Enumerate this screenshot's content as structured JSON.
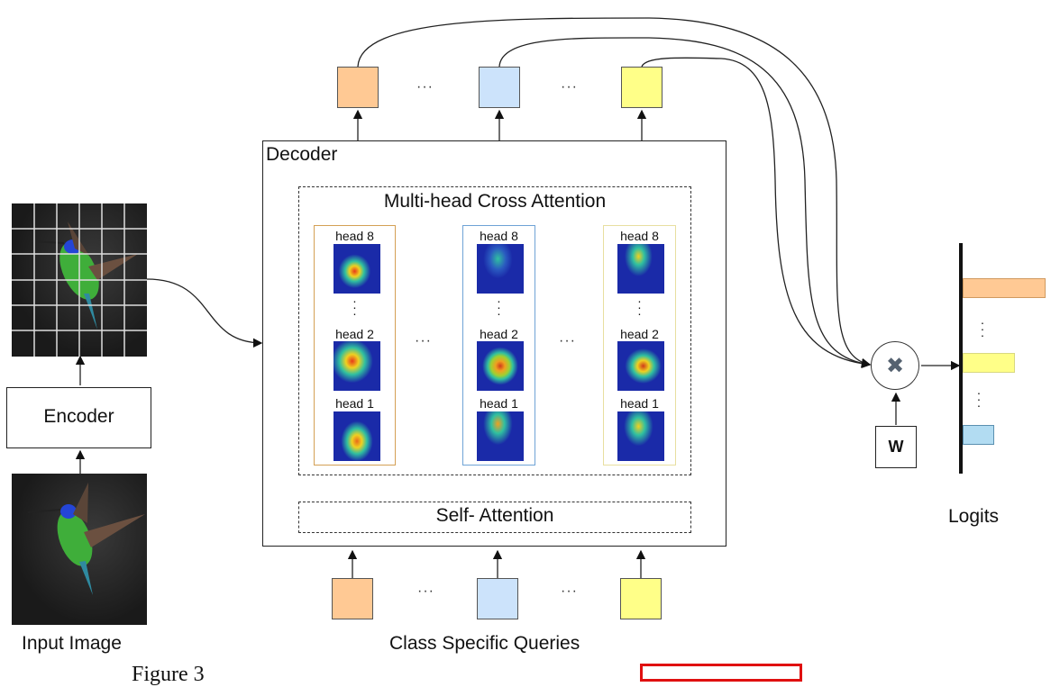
{
  "figure": {
    "input_image_label": "Input Image",
    "encoder_label": "Encoder",
    "decoder_label": "Decoder",
    "cross_attention_label": "Multi-head Cross Attention",
    "self_attention_label": "Self- Attention",
    "queries_label": "Class Specific Queries",
    "logits_label": "Logits",
    "weight_label": "W",
    "multiply_symbol": "✖",
    "ellipsis": "···",
    "vertical_ellipsis": "⋮",
    "caption_partial": "Figure 3",
    "head_columns": [
      {
        "color": "#d4a055",
        "heads": [
          "head 8",
          "head 2",
          "head 1"
        ]
      },
      {
        "color": "#6fa3d6",
        "heads": [
          "head 8",
          "head 2",
          "head 1"
        ]
      },
      {
        "color": "#e8dfa0",
        "heads": [
          "head 8",
          "head 2",
          "head 1"
        ]
      }
    ],
    "query_colors": [
      "#ffc994",
      "#cce3fb",
      "#ffff88"
    ],
    "logit_bars": [
      {
        "color": "#ffc994",
        "relative_length": 1.0
      },
      {
        "color": "#ffff88",
        "relative_length": 0.63
      },
      {
        "color": "#b2dcf2",
        "relative_length": 0.38
      }
    ],
    "grid_size": "6x6"
  }
}
